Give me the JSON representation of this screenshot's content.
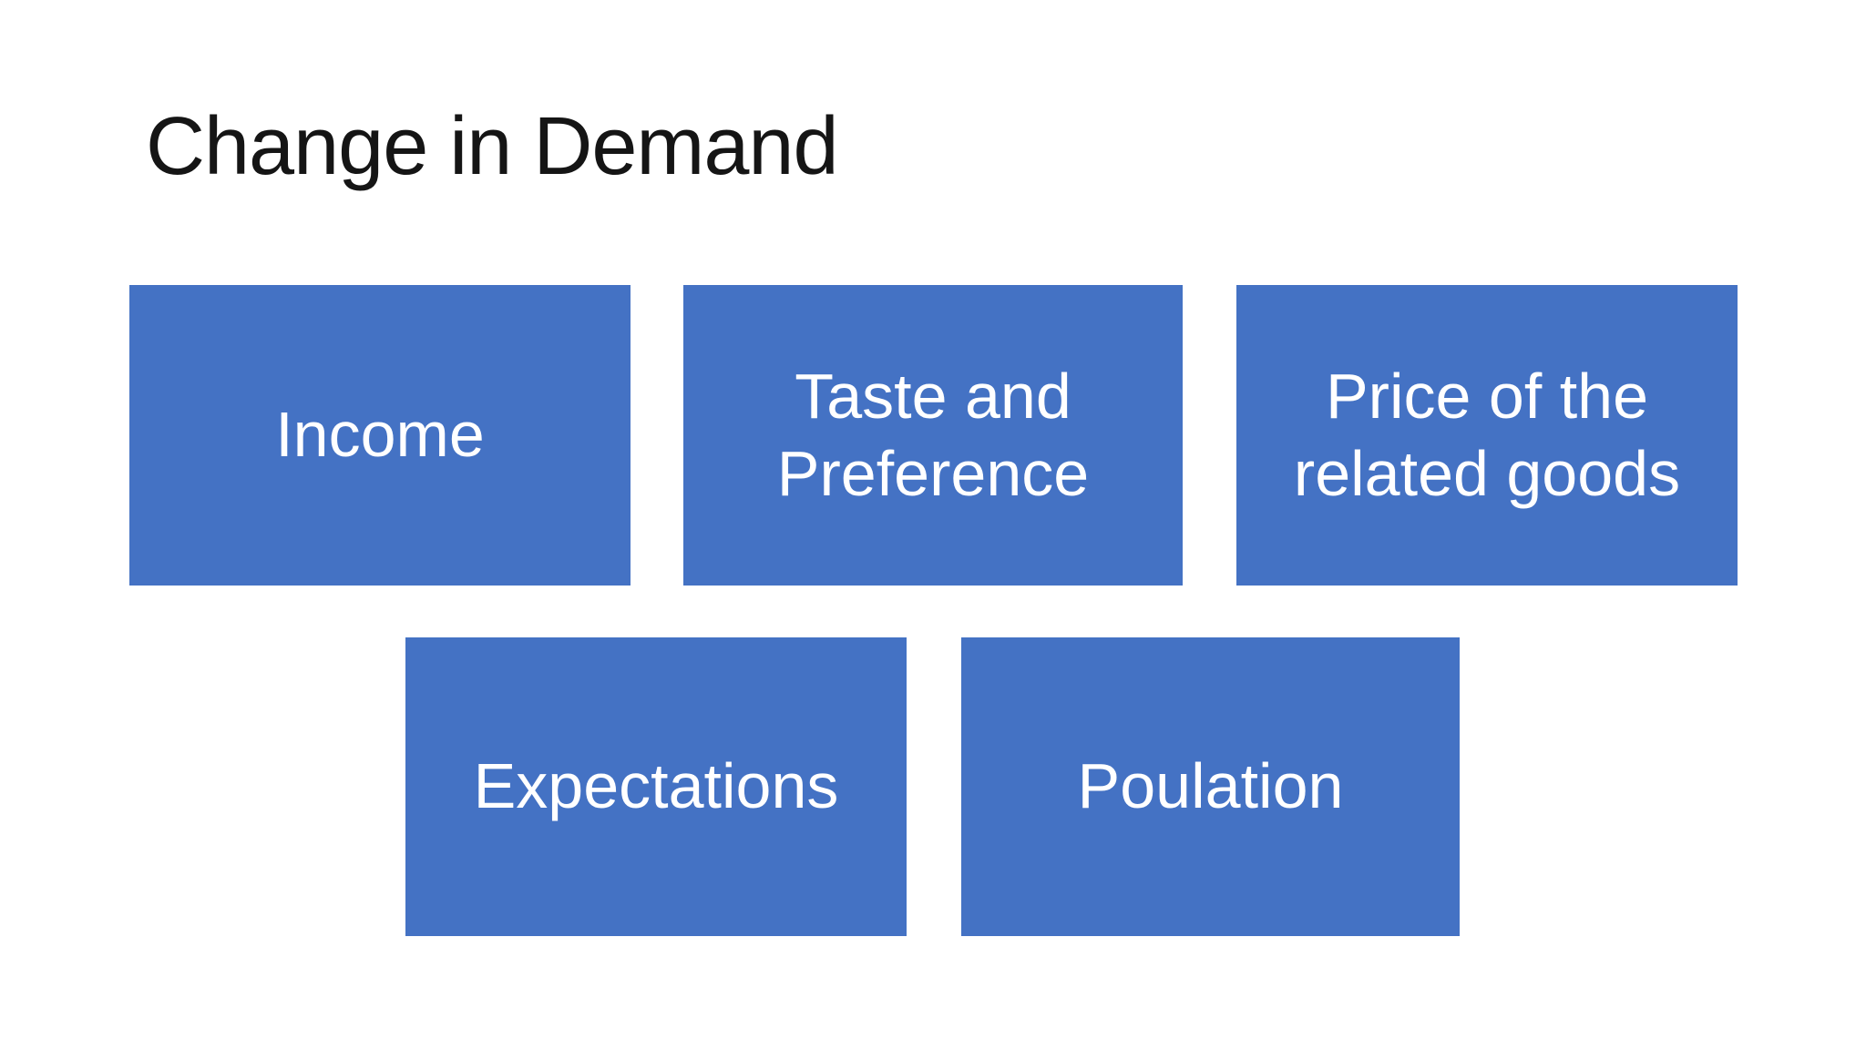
{
  "slide": {
    "title": "Change in Demand",
    "background_color": "#FFFFFF",
    "title_color": "#151515"
  },
  "boxes": [
    {
      "label": "Income"
    },
    {
      "label": "Taste and Preference"
    },
    {
      "label": "Price of the related goods"
    },
    {
      "label": "Expectations"
    },
    {
      "label": "Poulation"
    }
  ],
  "colors": {
    "box_fill": "#4472C4",
    "box_text": "#FFFFFF"
  }
}
